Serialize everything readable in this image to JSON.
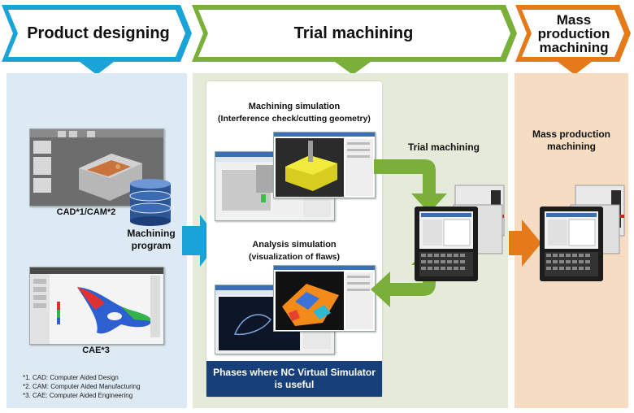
{
  "headers": {
    "design": "Product designing",
    "trial": "Trial machining",
    "mass": "Mass production machining"
  },
  "design_panel": {
    "cad_cam_label": "CAD*1/CAM*2",
    "program_label": "Machining program",
    "cae_label": "CAE*3",
    "footnotes": [
      "*1.   CAD: Computer Aided Design",
      "*2.   CAM: Computer Aided Manufacturing",
      "*3.   CAE: Computer Aided Engineering"
    ]
  },
  "trial_panel": {
    "sim_title": "Machining simulation",
    "sim_subtitle": "(Interference check/cutting geometry)",
    "analysis_title": "Analysis simulation",
    "analysis_subtitle": "(visualization of flaws)",
    "machine_label": "Trial machining",
    "banner": "Phases where NC Virtual Simulator is useful"
  },
  "mass_panel": {
    "machine_label": "Mass production machining"
  },
  "colors": {
    "design_bg": "#dde9f3",
    "trial_bg": "#e6ead8",
    "mass_bg": "#f6dcc2",
    "blue_chevron": "#1aa3d6",
    "green_chevron": "#7ab03a",
    "orange_chevron": "#e57a1b",
    "banner": "#173f7a"
  }
}
